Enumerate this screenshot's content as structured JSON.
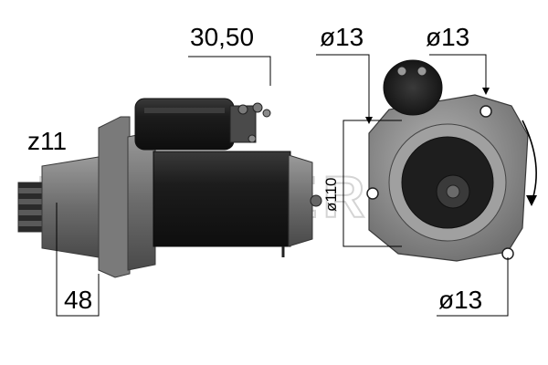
{
  "watermark": "MESSMER",
  "labels": {
    "length": "30,50",
    "hole_top_left": "ø13",
    "hole_top_right": "ø13",
    "teeth": "z11",
    "flange_diameter": "ø110",
    "pinion_offset": "48",
    "hole_bottom": "ø13"
  },
  "colors": {
    "motor_body": "#1e1e1e",
    "housing": "#6e6e6e",
    "flange": "#8a8a8a",
    "dimension_line": "#000000"
  }
}
